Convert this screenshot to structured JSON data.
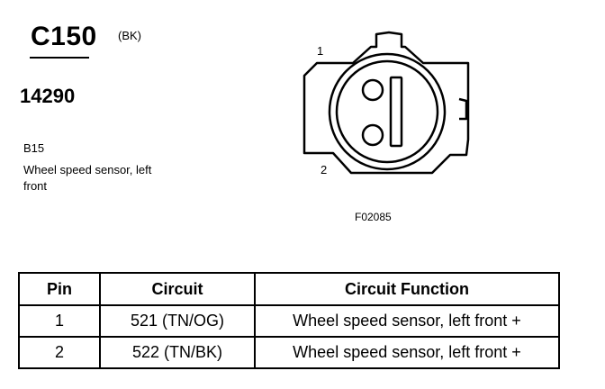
{
  "connector": {
    "id": "C150",
    "color_code": "(BK)",
    "part_number": "14290",
    "component_code": "B15",
    "component_description": "Wheel speed sensor, left front",
    "figure_number": "F02085",
    "pin_labels": [
      "1",
      "2"
    ]
  },
  "table": {
    "headers": [
      "Pin",
      "Circuit",
      "Circuit Function"
    ],
    "rows": [
      {
        "pin": "1",
        "circuit": "521 (TN/OG)",
        "function": "Wheel speed sensor, left front +"
      },
      {
        "pin": "2",
        "circuit": "522 (TN/BK)",
        "function": "Wheel speed sensor, left front +"
      }
    ]
  }
}
